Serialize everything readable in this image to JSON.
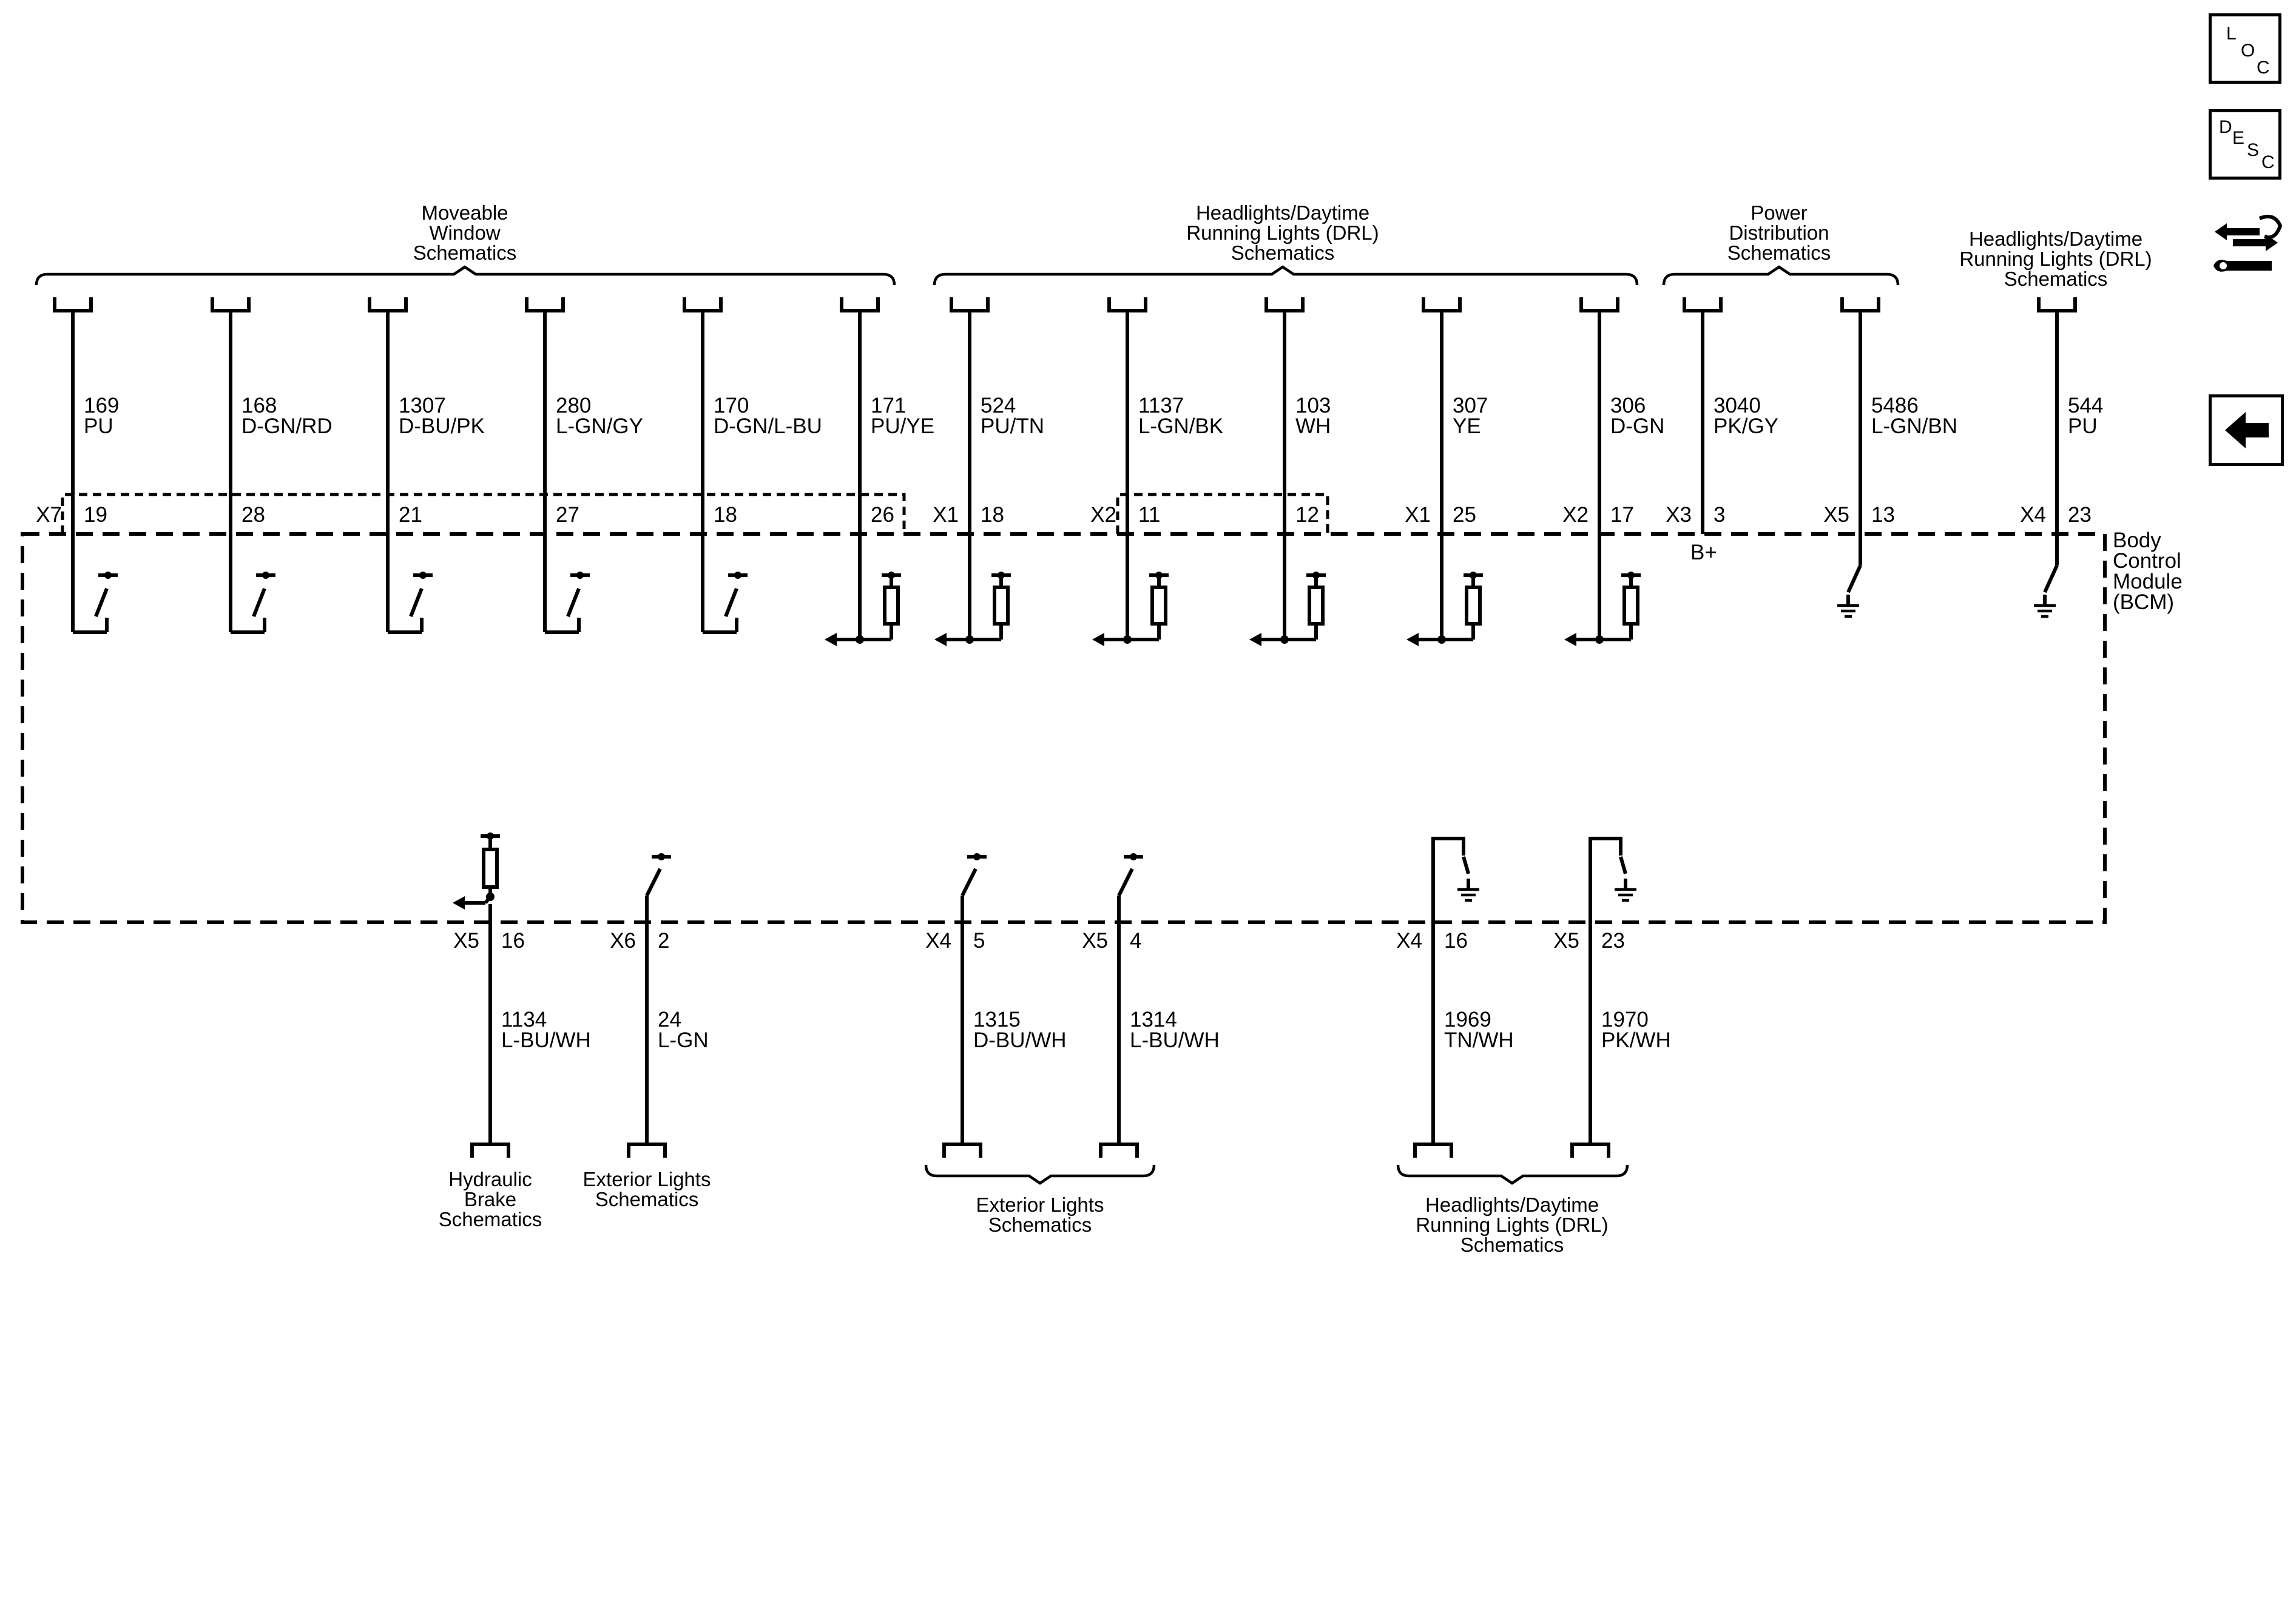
{
  "module": {
    "name_lines": [
      "Body",
      "Control",
      "Module",
      "(BCM)"
    ]
  },
  "top_headers": [
    {
      "lines": [
        "Moveable",
        "Window",
        "Schematics"
      ]
    },
    {
      "lines": [
        "Headlights/Daytime",
        "Running Lights (DRL)",
        "Schematics"
      ]
    },
    {
      "lines": [
        "Power",
        "Distribution",
        "Schematics"
      ]
    },
    {
      "lines": [
        "Headlights/Daytime",
        "Running Lights (DRL)",
        "Schematics"
      ]
    }
  ],
  "top_circuits": [
    {
      "circuit": "169",
      "color": "PU",
      "connector": "X7",
      "pin": "19",
      "symbol": "switch"
    },
    {
      "circuit": "168",
      "color": "D-GN/RD",
      "connector": "",
      "pin": "28",
      "symbol": "switch"
    },
    {
      "circuit": "1307",
      "color": "D-BU/PK",
      "connector": "",
      "pin": "21",
      "symbol": "switch"
    },
    {
      "circuit": "280",
      "color": "L-GN/GY",
      "connector": "",
      "pin": "27",
      "symbol": "switch"
    },
    {
      "circuit": "170",
      "color": "D-GN/L-BU",
      "connector": "",
      "pin": "18",
      "symbol": "switch"
    },
    {
      "circuit": "171",
      "color": "PU/YE",
      "connector": "",
      "pin": "26",
      "symbol": "resistor"
    },
    {
      "circuit": "524",
      "color": "PU/TN",
      "connector": "X1",
      "pin": "18",
      "symbol": "resistor"
    },
    {
      "circuit": "1137",
      "color": "L-GN/BK",
      "connector": "X2",
      "pin": "11",
      "symbol": "resistor"
    },
    {
      "circuit": "103",
      "color": "WH",
      "connector": "",
      "pin": "12",
      "symbol": "resistor"
    },
    {
      "circuit": "307",
      "color": "YE",
      "connector": "X1",
      "pin": "25",
      "symbol": "resistor"
    },
    {
      "circuit": "306",
      "color": "D-GN",
      "connector": "X2",
      "pin": "17",
      "symbol": "resistor"
    },
    {
      "circuit": "3040",
      "color": "PK/GY",
      "connector": "X3",
      "pin": "3",
      "symbol": "bplus"
    },
    {
      "circuit": "5486",
      "color": "L-GN/BN",
      "connector": "X5",
      "pin": "13",
      "symbol": "ground"
    },
    {
      "circuit": "544",
      "color": "PU",
      "connector": "X4",
      "pin": "23",
      "symbol": "ground"
    }
  ],
  "b_plus_label": "B+",
  "bottom_circuits": [
    {
      "circuit": "1134",
      "color": "L-BU/WH",
      "connector": "X5",
      "pin": "16",
      "symbol": "resistor"
    },
    {
      "circuit": "24",
      "color": "L-GN",
      "connector": "X6",
      "pin": "2",
      "symbol": "switch"
    },
    {
      "circuit": "1315",
      "color": "D-BU/WH",
      "connector": "X4",
      "pin": "5",
      "symbol": "switch"
    },
    {
      "circuit": "1314",
      "color": "L-BU/WH",
      "connector": "X5",
      "pin": "4",
      "symbol": "switch"
    },
    {
      "circuit": "1969",
      "color": "TN/WH",
      "connector": "X4",
      "pin": "16",
      "symbol": "ground"
    },
    {
      "circuit": "1970",
      "color": "PK/WH",
      "connector": "X5",
      "pin": "23",
      "symbol": "ground"
    }
  ],
  "bottom_labels": [
    {
      "lines": [
        "Hydraulic",
        "Brake",
        "Schematics"
      ]
    },
    {
      "lines": [
        "Exterior Lights",
        "Schematics"
      ]
    },
    {
      "lines": [
        "Exterior Lights",
        "Schematics"
      ]
    },
    {
      "lines": [
        "Headlights/Daytime",
        "Running Lights (DRL)",
        "Schematics"
      ]
    }
  ],
  "side_buttons": {
    "loc": [
      "L",
      "O",
      "C"
    ],
    "desc": [
      "D",
      "E",
      "S",
      "C"
    ],
    "connector_end_view": "connector-wrench-icon",
    "back": "back-arrow-icon"
  }
}
